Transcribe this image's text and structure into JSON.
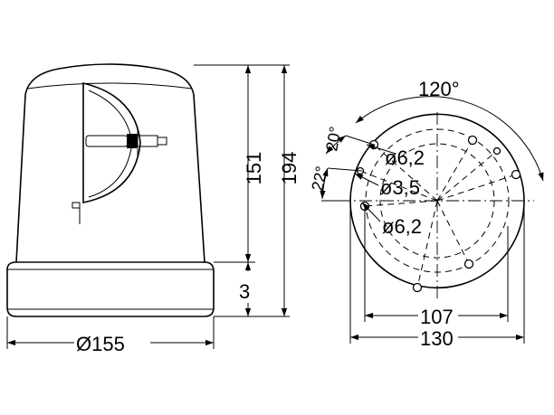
{
  "labels": {
    "dia_base": "Ø155",
    "height_lens": "151",
    "height_total": "194",
    "gap": "3",
    "angle_top": "120°",
    "angle_20": "20°",
    "angle_22": "22°",
    "hole_62_top": "ø6,2",
    "hole_35": "ø3,5",
    "hole_62_bottom": "ø6,2",
    "width_107": "107",
    "width_130": "130"
  }
}
